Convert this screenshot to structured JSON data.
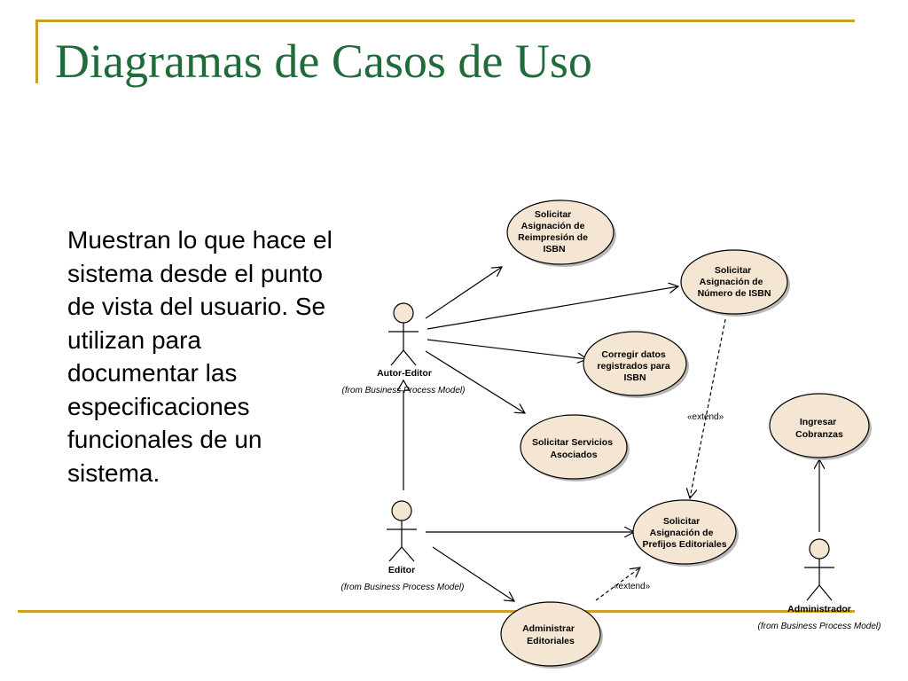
{
  "slide": {
    "title": "Diagramas de Casos de Uso",
    "body_text": "Muestran lo que hace el sistema desde el punto de vista del usuario. Se utilizan para documentar las especificaciones funcionales de un sistema.",
    "accent_color": "#c9a227",
    "title_color": "#1f6b3a"
  },
  "diagram": {
    "use_case_fill": "#f5e6d3",
    "actors": [
      {
        "id": "autor",
        "name": "Autor-Editor",
        "from": "(from Business Process Model)"
      },
      {
        "id": "editor",
        "name": "Editor",
        "from": "(from Business Process Model)"
      },
      {
        "id": "admin",
        "name": "Administrador",
        "from": "(from Business Process Model)"
      }
    ],
    "use_cases": [
      {
        "id": "uc1",
        "lines": [
          "Solicitar",
          "Asignación de",
          "Reimpresión de",
          "ISBN"
        ]
      },
      {
        "id": "uc2",
        "lines": [
          "Solicitar",
          "Asignación de",
          "Número de ISBN"
        ]
      },
      {
        "id": "uc3",
        "lines": [
          "Corregir datos",
          "registrados para",
          "ISBN"
        ]
      },
      {
        "id": "uc4",
        "lines": [
          "Solicitar Servicios",
          "Asociados"
        ]
      },
      {
        "id": "uc5",
        "lines": [
          "Ingresar",
          "Cobranzas"
        ]
      },
      {
        "id": "uc6",
        "lines": [
          "Solicitar",
          "Asignación de",
          "Prefijos Editoriales"
        ]
      },
      {
        "id": "uc7",
        "lines": [
          "Administrar",
          "Editoriales"
        ]
      }
    ],
    "extend_labels": [
      "«extend»",
      "«extend»"
    ]
  }
}
